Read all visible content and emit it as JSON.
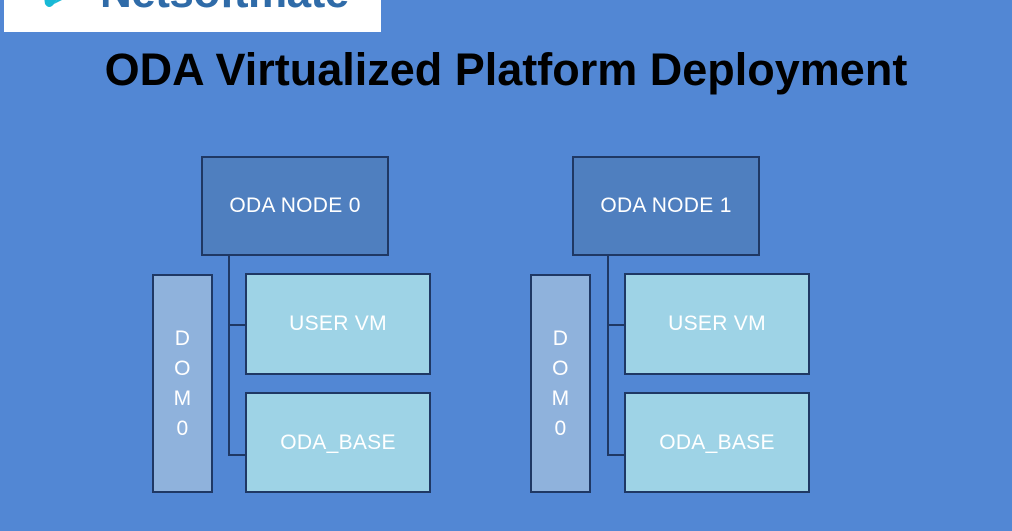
{
  "slide": {
    "background_color": "#5287d4",
    "title": "ODA Virtualized Platform Deployment"
  },
  "logo": {
    "band_color": "#ffffff",
    "mark_name": "netsoftmate-checkmark-logo",
    "mark_color": "#18b9d6",
    "wordmark": "Netsoftmate",
    "wordmark_color": "#2f6ba8"
  },
  "diagram": {
    "colors": {
      "node_fill": "#4f7fbf",
      "dom0_fill": "#8fb2dc",
      "vm_fill": "#9ed3e6",
      "border": "#1f3864",
      "label": "#ffffff"
    },
    "columns": [
      {
        "id": "node0",
        "node_label": "ODA NODE 0",
        "dom0_label": "DOM0",
        "dom0_letters": [
          "D",
          "O",
          "M",
          "0"
        ],
        "children": [
          {
            "id": "uservm0",
            "label": "USER VM"
          },
          {
            "id": "odabase0",
            "label": "ODA_BASE"
          }
        ]
      },
      {
        "id": "node1",
        "node_label": "ODA NODE 1",
        "dom0_label": "DOM0",
        "dom0_letters": [
          "D",
          "O",
          "M",
          "0"
        ],
        "children": [
          {
            "id": "uservm1",
            "label": "USER VM"
          },
          {
            "id": "odabase1",
            "label": "ODA_BASE"
          }
        ]
      }
    ]
  }
}
